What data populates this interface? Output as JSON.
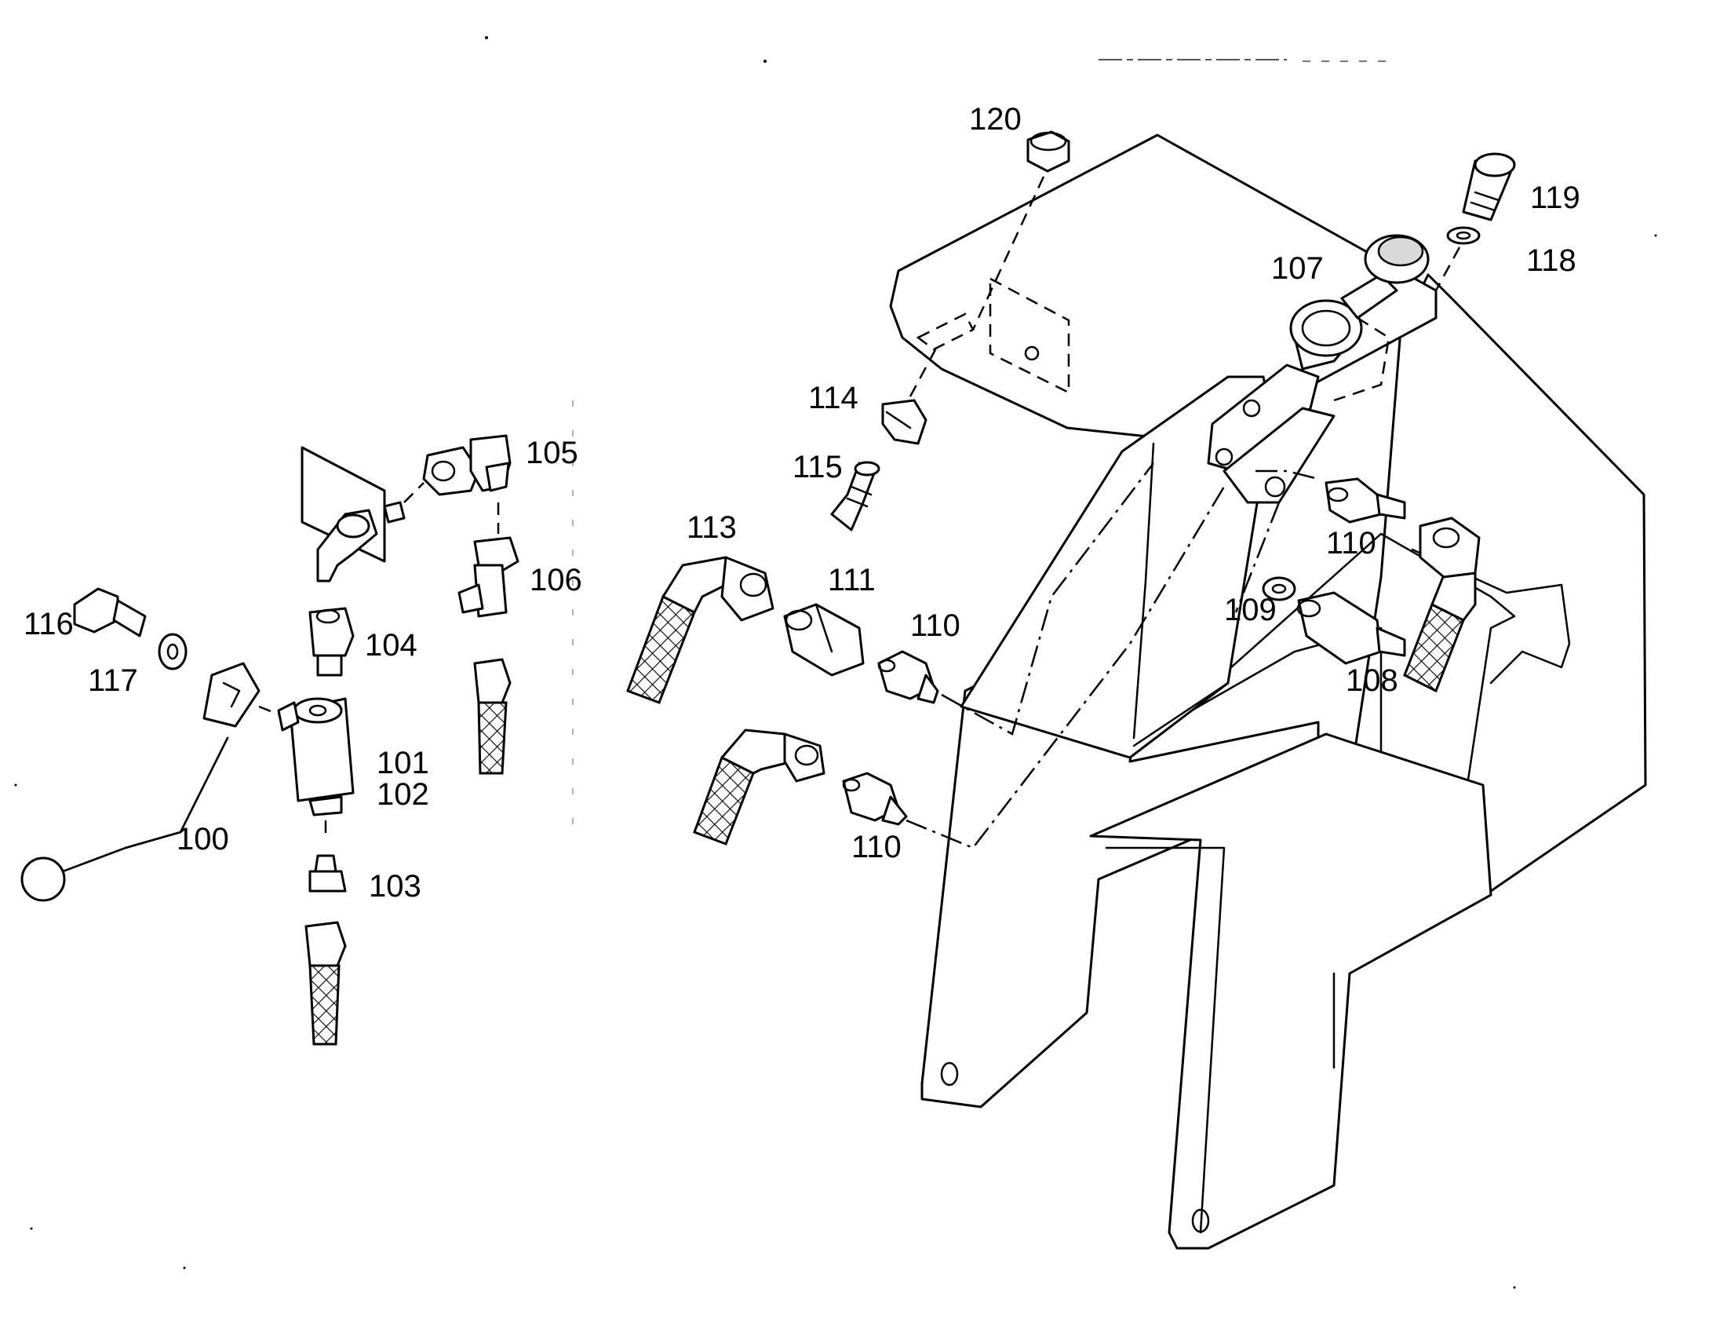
{
  "callouts": {
    "c100": "100",
    "c101": "101",
    "c102": "102",
    "c103": "103",
    "c104": "104",
    "c105": "105",
    "c106": "106",
    "c107": "107",
    "c108": "108",
    "c109": "109",
    "c110a": "110",
    "c110b": "110",
    "c110c": "110",
    "c111": "111",
    "c113": "113",
    "c114": "114",
    "c115": "115",
    "c116": "116",
    "c117": "117",
    "c118": "118",
    "c119": "119",
    "c120": "120"
  }
}
